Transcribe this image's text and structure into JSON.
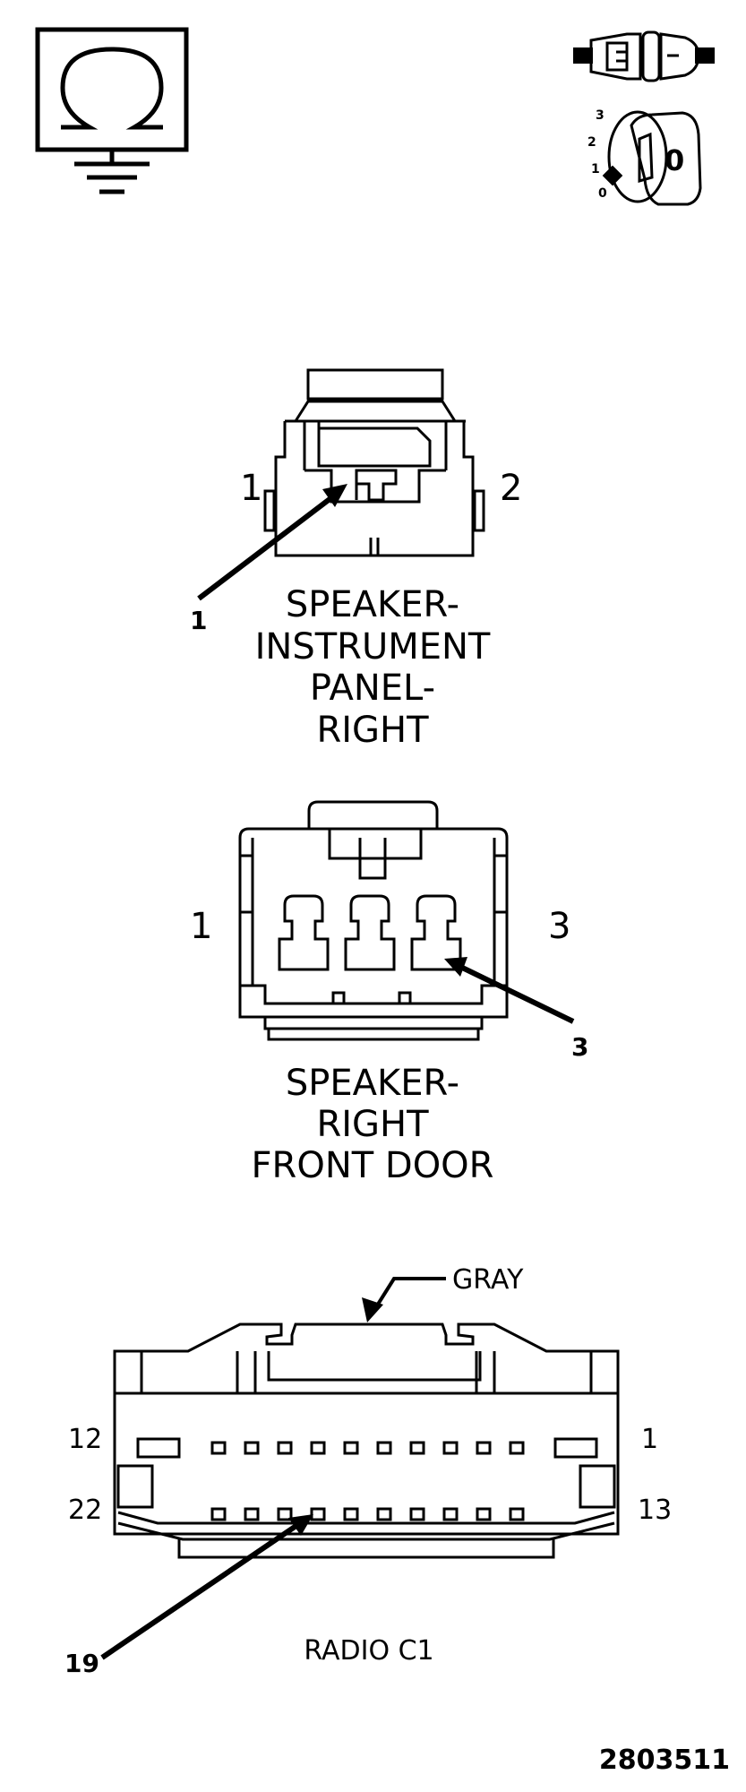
{
  "header": {
    "ohm_icon": "ohm-ground-icon",
    "connector_icon": "connector-icon",
    "ignition_icon": "ignition-switch-icon",
    "ignition_positions": [
      "3",
      "2",
      "1",
      "0"
    ],
    "ignition_key_label": "0"
  },
  "connectors": [
    {
      "title_lines": [
        "SPEAKER-",
        "INSTRUMENT",
        "PANEL-",
        "RIGHT"
      ],
      "left_pin": "1",
      "right_pin": "2",
      "callout": "1"
    },
    {
      "title_lines": [
        "SPEAKER-",
        "RIGHT",
        "FRONT DOOR"
      ],
      "left_pin": "1",
      "right_pin": "3",
      "callout": "3"
    },
    {
      "title": "RADIO C1",
      "color_label": "GRAY",
      "top_left_pin": "12",
      "top_right_pin": "1",
      "bottom_left_pin": "22",
      "bottom_right_pin": "13",
      "callout": "19"
    }
  ],
  "footer": {
    "part_number": "2803511"
  }
}
